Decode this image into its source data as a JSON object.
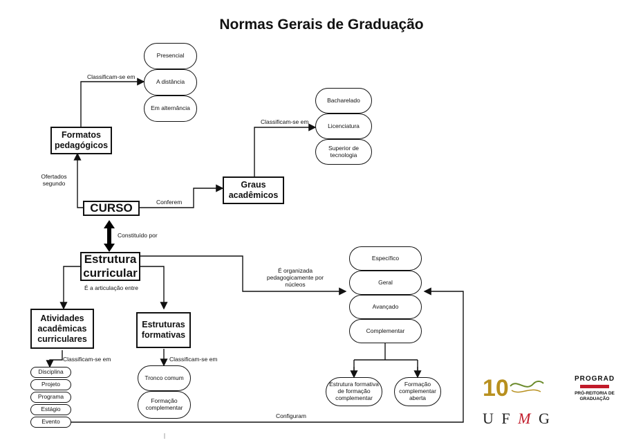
{
  "title": "Normas Gerais de Graduação",
  "nodes": {
    "curso": "CURSO",
    "formatos": "Formatos pedagógicos",
    "graus": "Graus acadêmicos",
    "estrutura": "Estrutura curricular",
    "atividades": "Atividades acadêmicas curriculares",
    "estruturas_formativas": "Estruturas formativas"
  },
  "lists": {
    "formatos": [
      "Presencial",
      "A distância",
      "Em alternância"
    ],
    "graus": [
      "Bacharelado",
      "Licenciatura",
      "Superior de tecnologia"
    ],
    "nucleos": [
      "Específico",
      "Geral",
      "Avançado",
      "Complementar"
    ],
    "atividades": [
      "Disciplina",
      "Projeto",
      "Programa",
      "Estágio",
      "Evento"
    ],
    "formativas": [
      "Tronco comum",
      "Formação complementar"
    ],
    "complementar": [
      "Estrutura formativa de formação complementar",
      "Formação complementar aberta"
    ]
  },
  "edge_labels": {
    "classificam_formatos": "Classificam-se em",
    "classificam_graus": "Classificam-se em",
    "ofertados": "Ofertados segundo",
    "conferem": "Conferem",
    "constituido": "Constituído por",
    "articulacao": "É a articulação entre",
    "organizada": "É organizada pedagogicamente por núcleos",
    "classificam_atividades": "Classificam-se em",
    "classificam_formativas": "Classificam-se em",
    "configuram": "Configuram"
  },
  "logos": {
    "ufmg_text": "UFMG",
    "ufmg_10": "10",
    "prograd": "PROGRAD",
    "prograd_sub": "PRÓ-REITORIA DE GRADUAÇÃO"
  }
}
